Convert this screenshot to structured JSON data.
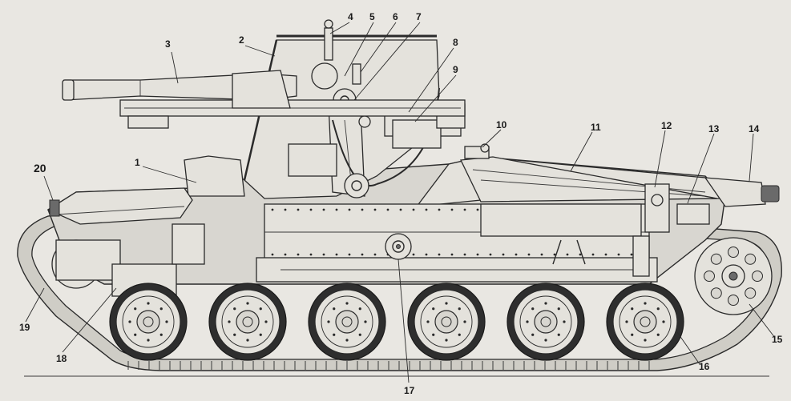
{
  "diagram": {
    "callouts": [
      {
        "id": "c1",
        "label": "1"
      },
      {
        "id": "c2",
        "label": "2"
      },
      {
        "id": "c3",
        "label": "3"
      },
      {
        "id": "c4",
        "label": "4"
      },
      {
        "id": "c5",
        "label": "5"
      },
      {
        "id": "c6",
        "label": "6"
      },
      {
        "id": "c7",
        "label": "7"
      },
      {
        "id": "c8",
        "label": "8"
      },
      {
        "id": "c9",
        "label": "9"
      },
      {
        "id": "c10",
        "label": "10"
      },
      {
        "id": "c11",
        "label": "11"
      },
      {
        "id": "c12",
        "label": "12"
      },
      {
        "id": "c13",
        "label": "13"
      },
      {
        "id": "c14",
        "label": "14"
      },
      {
        "id": "c15",
        "label": "15"
      },
      {
        "id": "c16",
        "label": "16"
      },
      {
        "id": "c17",
        "label": "17"
      },
      {
        "id": "c18",
        "label": "18"
      },
      {
        "id": "c19",
        "label": "19"
      },
      {
        "id": "c20",
        "label": "20"
      }
    ],
    "road_wheel_count": 6
  }
}
